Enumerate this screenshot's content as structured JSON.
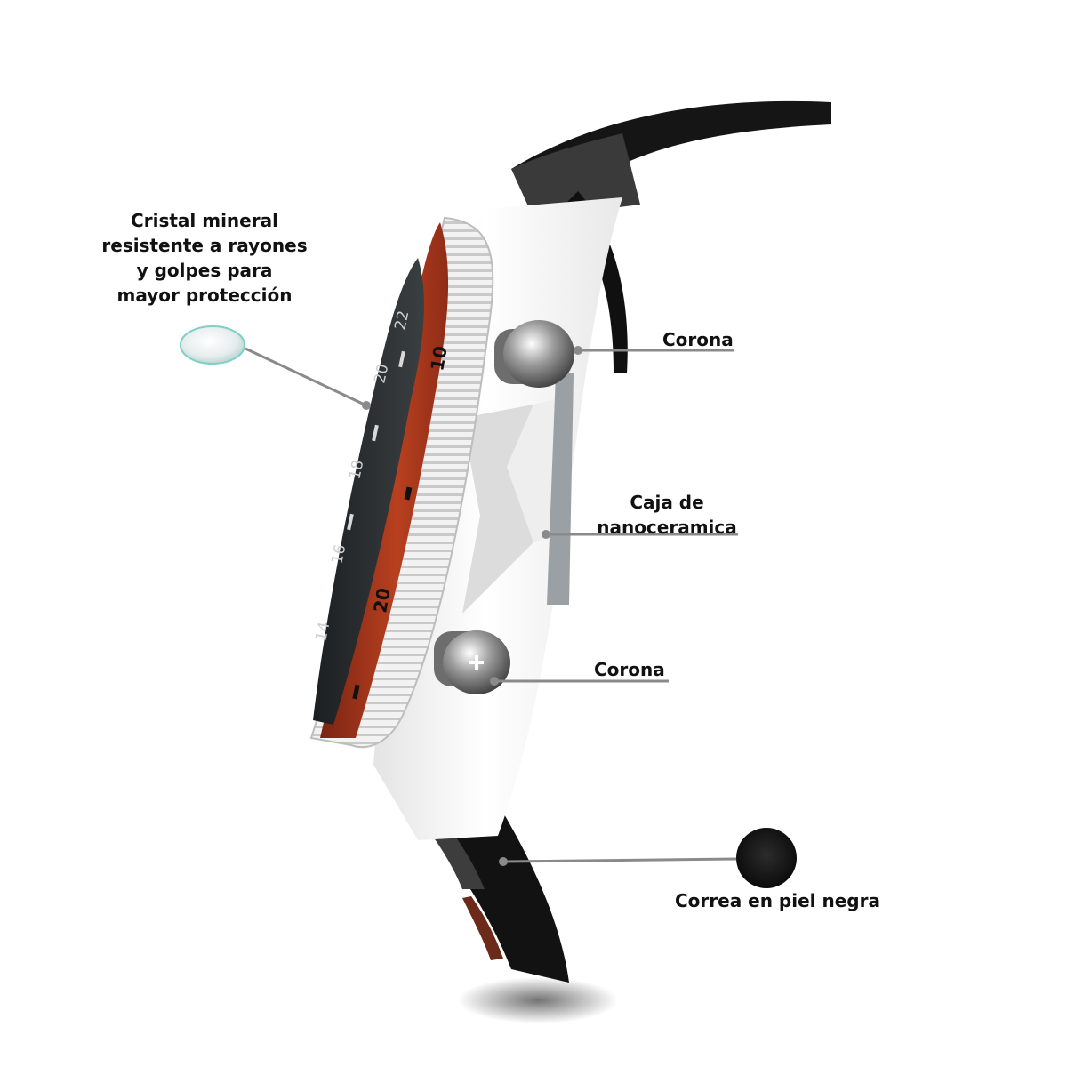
{
  "colors": {
    "background": "#ffffff",
    "label_text": "#111111",
    "leader_line": "#8a8a8a",
    "case_white": "#f4f4f4",
    "bezel_orange": "#b2391f",
    "strap_black": "#121212",
    "dial_dark": "#262a2c"
  },
  "callouts": {
    "crystal": {
      "lines": [
        "Cristal mineral",
        "resistente a rayones",
        "y golpes para",
        "mayor protección"
      ]
    },
    "crown_top": {
      "label": "Corona"
    },
    "case": {
      "lines": [
        "Caja de",
        "nanoceramica"
      ]
    },
    "crown_bottom": {
      "label": "Corona"
    },
    "strap": {
      "label": "Correa en piel negra"
    }
  },
  "bezel_numerals": [
    "10",
    "20"
  ],
  "dial_numerals": [
    "22",
    "20",
    "18",
    "16",
    "14"
  ]
}
